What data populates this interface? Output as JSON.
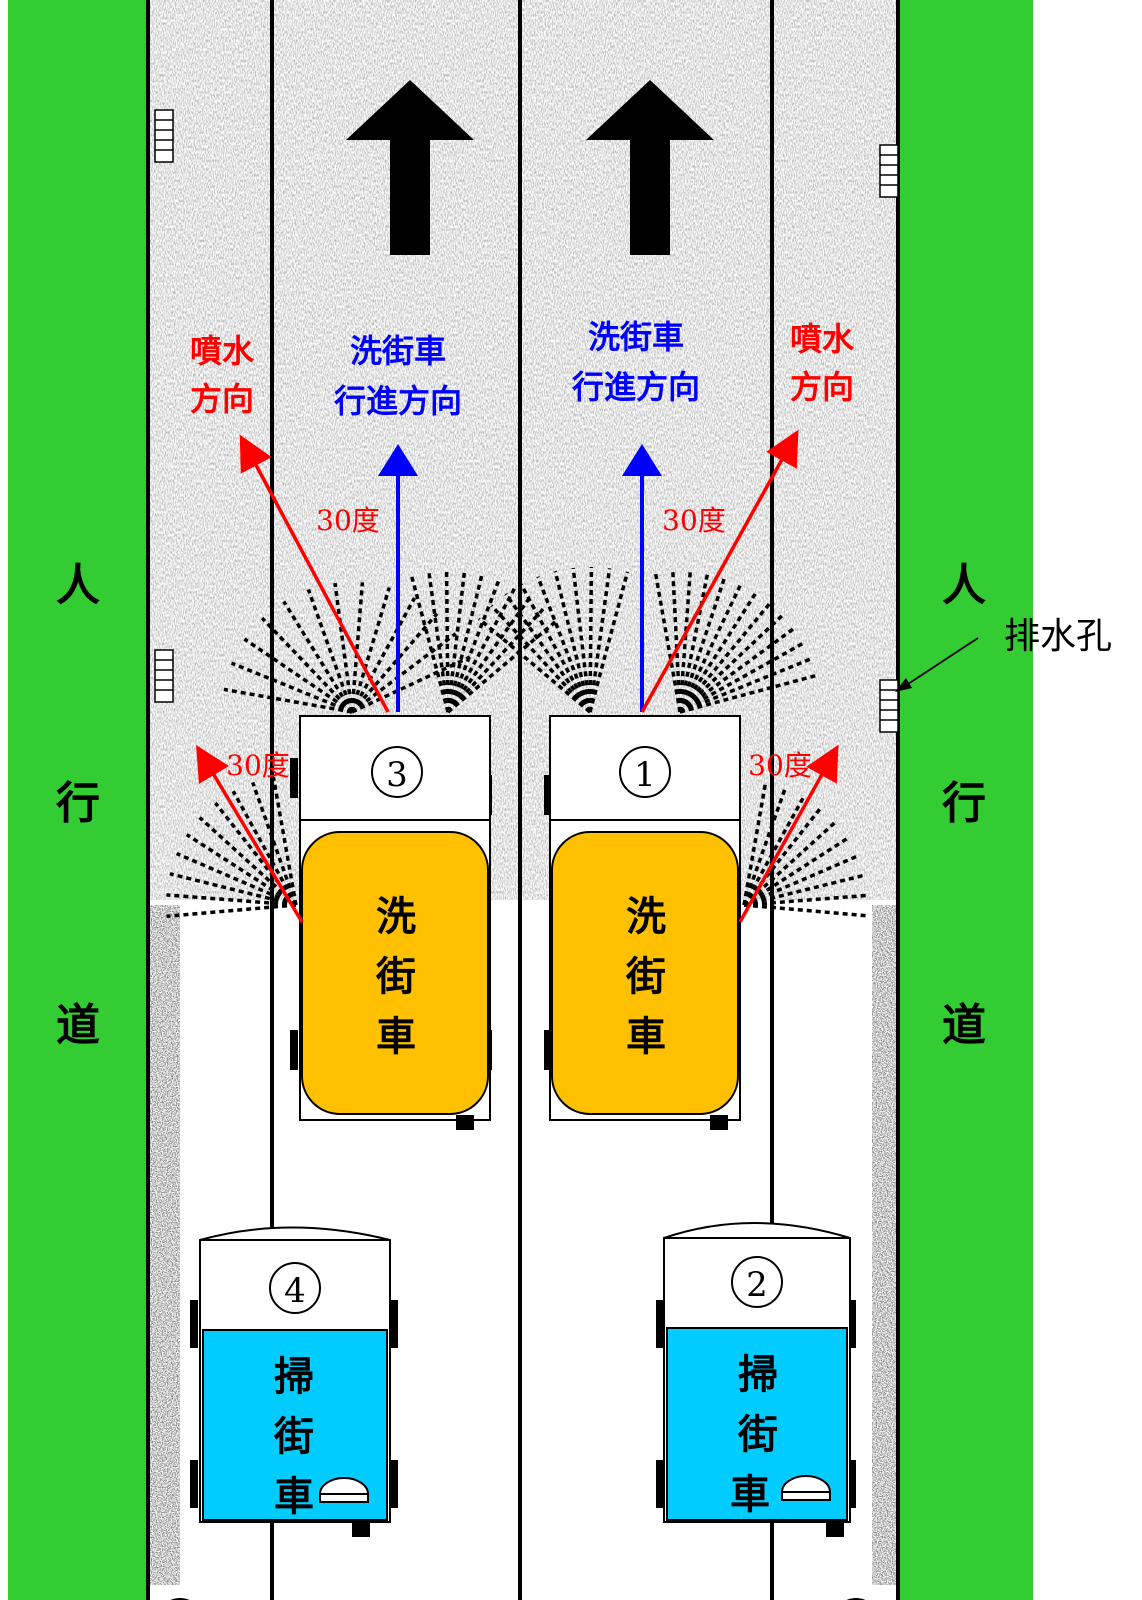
{
  "labels": {
    "sidewalk": [
      "人",
      "行",
      "道"
    ],
    "drain_hole": "排水孔",
    "spray_direction": [
      "噴水",
      "方向"
    ],
    "travel_direction": [
      "洗街車",
      "行進方向"
    ],
    "angle": "30度",
    "washer_body": [
      "洗",
      "街",
      "車"
    ],
    "sweeper_body": [
      "掃",
      "街",
      "車"
    ],
    "vehicle_numbers": [
      "1",
      "2",
      "3",
      "4"
    ]
  },
  "colors": {
    "sidewalk": "#33cc33",
    "washer_tank": "#ffc000",
    "sweeper_body": "#00ccff",
    "spray_arrow": "#ff0000",
    "travel_arrow": "#0000ff",
    "road_noise": "#888888"
  },
  "icons": [
    "up-arrow-icon",
    "drain-hole-icon",
    "wheel-icon",
    "broom-hood-icon"
  ]
}
